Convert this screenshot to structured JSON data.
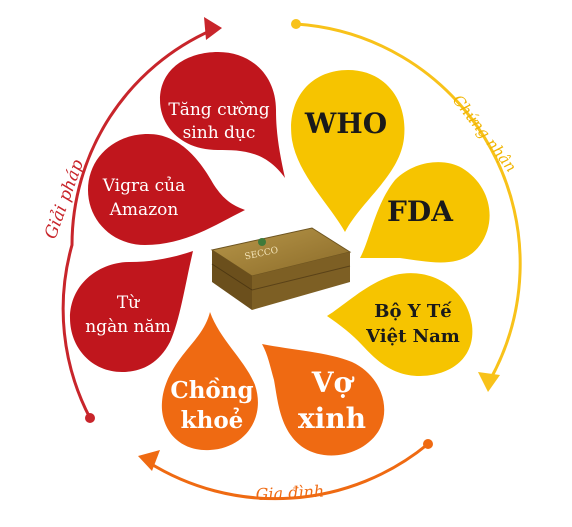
{
  "colors": {
    "red": "#c0161d",
    "yellow": "#f6c400",
    "orange": "#ef6a12",
    "arc_red": "#c8252b",
    "arc_yellow": "#f8c21a",
    "arc_orange": "#ef6a12",
    "box": "#9a7a33"
  },
  "arcs": {
    "solution": "Giải pháp",
    "certification": "Chứng nhận",
    "family": "Gia đình"
  },
  "petals": {
    "tang_cuong_1": "Tăng cường",
    "tang_cuong_2": "sinh dục",
    "vigra_1": "Vigra của",
    "vigra_2": "Amazon",
    "tu_1": "Từ",
    "tu_2": "ngàn năm",
    "who": "WHO",
    "fda": "FDA",
    "byt_1": "Bộ Y Tế",
    "byt_2": "Việt Nam",
    "vo_1": "Vợ",
    "vo_2": "xinh",
    "chong_1": "Chồng",
    "chong_2": "khoẻ"
  },
  "product": {
    "brand": "SECCO",
    "icon": "product-box-icon"
  }
}
